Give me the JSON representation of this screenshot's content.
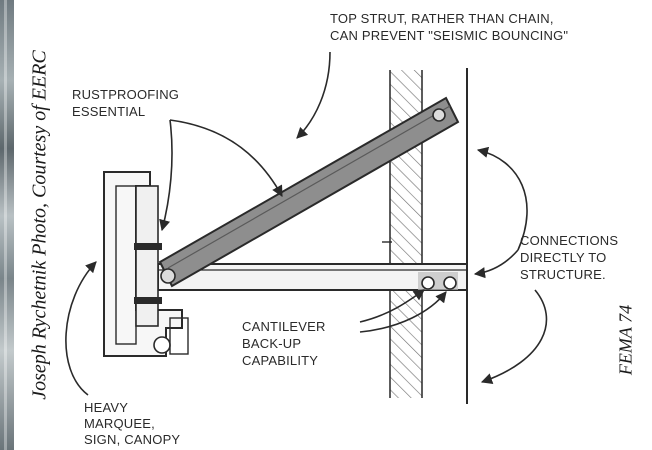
{
  "labels": {
    "top_strut_line1": "TOP STRUT, RATHER THAN CHAIN,",
    "top_strut_line2": "CAN PREVENT \"SEISMIC BOUNCING\"",
    "rustproofing_line1": "RUSTPROOFING",
    "rustproofing_line2": "ESSENTIAL",
    "connections_line1": "CONNECTIONS",
    "connections_line2": "DIRECTLY TO",
    "connections_line3": "STRUCTURE.",
    "cantilever_line1": "CANTILEVER",
    "cantilever_line2": "BACK-UP",
    "cantilever_line3": "CAPABILITY",
    "heavy_line1": "HEAVY",
    "heavy_line2": "MARQUEE,",
    "heavy_line3": "SIGN, CANOPY"
  },
  "credits": {
    "photo_credit": "Joseph Rychetnik Photo, Courtesy of EERC",
    "source": "FEMA 74"
  },
  "colors": {
    "ink": "#2a2a2a",
    "strut_fill": "#8e8e8e",
    "hatch": "#666666",
    "bolt": "#a8a8a8"
  }
}
